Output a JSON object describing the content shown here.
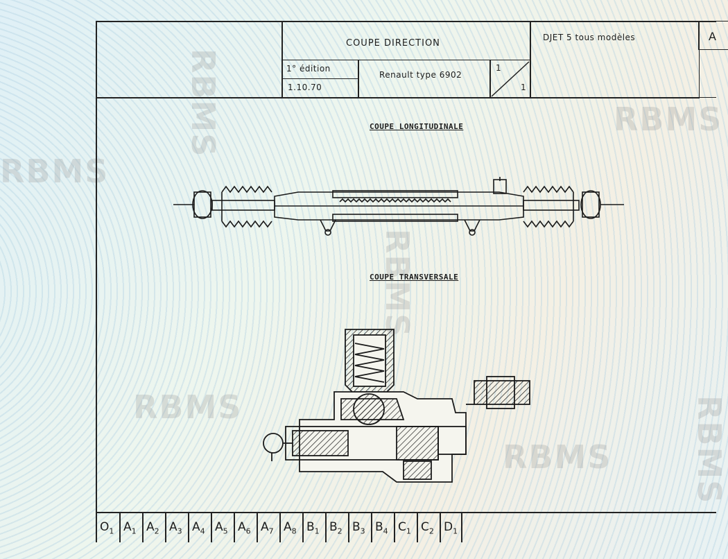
{
  "header": {
    "title": "COUPE DIRECTION",
    "model": "DJET 5  tous modèles",
    "edition": "1° édition",
    "date": "1.10.70",
    "type": "Renault type 6902",
    "sheet_num": "1",
    "sheet_total": "1",
    "index_letter": "A"
  },
  "drawings": {
    "longitudinal_caption": "COUPE LONGITUDINALE",
    "transversal_caption": "COUPE TRANSVERSALE"
  },
  "watermark": "RBMS",
  "grid_codes": [
    {
      "letter": "O",
      "sub": "1"
    },
    {
      "letter": "A",
      "sub": "1"
    },
    {
      "letter": "A",
      "sub": "2"
    },
    {
      "letter": "A",
      "sub": "3"
    },
    {
      "letter": "A",
      "sub": "4"
    },
    {
      "letter": "A",
      "sub": "5"
    },
    {
      "letter": "A",
      "sub": "6"
    },
    {
      "letter": "A",
      "sub": "7"
    },
    {
      "letter": "A",
      "sub": "8"
    },
    {
      "letter": "B",
      "sub": "1"
    },
    {
      "letter": "B",
      "sub": "2"
    },
    {
      "letter": "B",
      "sub": "3"
    },
    {
      "letter": "B",
      "sub": "4"
    },
    {
      "letter": "C",
      "sub": "1"
    },
    {
      "letter": "C",
      "sub": "2"
    },
    {
      "letter": "D",
      "sub": "1"
    }
  ]
}
